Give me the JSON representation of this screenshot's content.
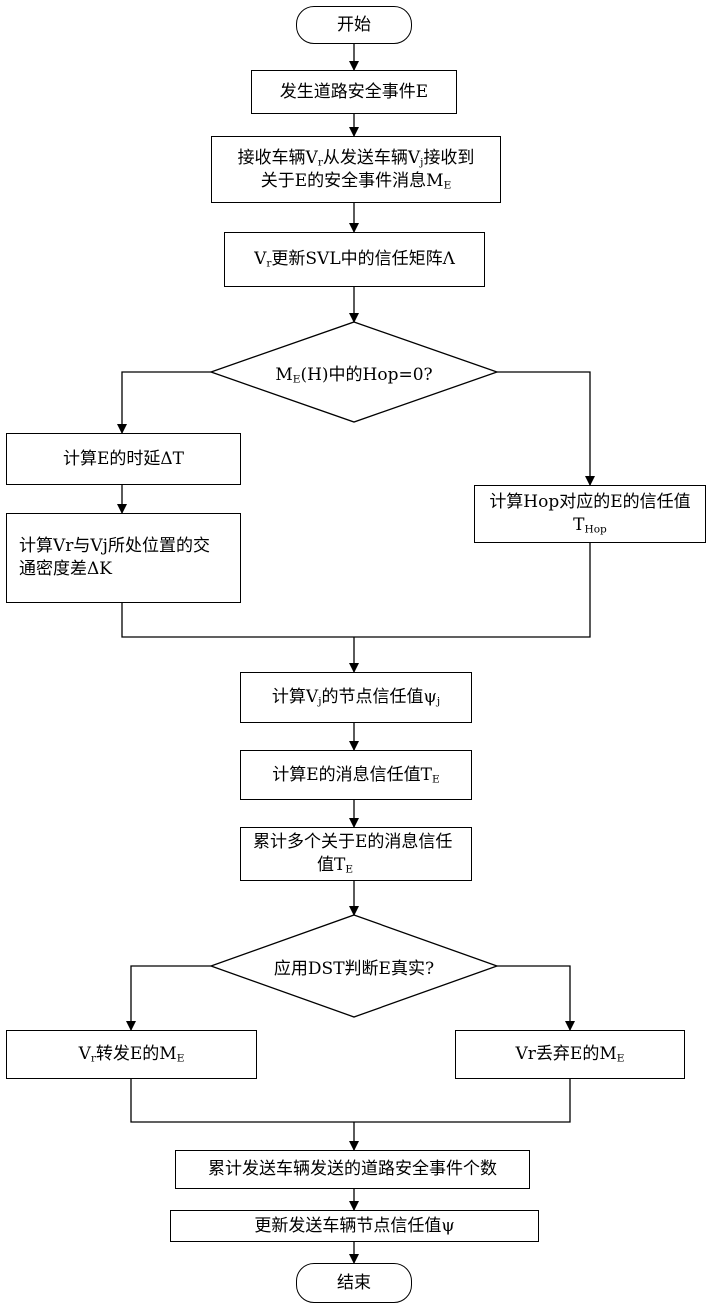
{
  "nodes": {
    "start": "开始",
    "event": "发生道路安全事件E",
    "receive": {
      "l1a": "接收车辆V",
      "l1s1": "r",
      "l1b": "从发送车辆V",
      "l1s2": "j",
      "l1c": "接收到",
      "l2a": "关于E的安全事件消息M",
      "l2s": "E"
    },
    "update_matrix": {
      "a": "V",
      "s": "r",
      "b": "更新SVL中的信任矩阵Λ"
    },
    "decision_hop": {
      "a": "M",
      "s": "E",
      "b": "(H)中的Hop=0?"
    },
    "calc_delay": "计算E的时延ΔT",
    "calc_density": {
      "l1": "计算Vr与Vj所处位置的交",
      "l2": "通密度差ΔK"
    },
    "calc_hop_trust": {
      "l1": "计算Hop对应的E的信任值",
      "l2a": "T",
      "l2s": "Hop"
    },
    "calc_node_trust": {
      "a": "计算V",
      "s": "j",
      "b": "的节点信任值ψ",
      "c": "j"
    },
    "calc_msg_trust": {
      "a": "计算E的消息信任值T",
      "s": "E"
    },
    "accumulate_trust": {
      "l1": "累计多个关于E的消息信任",
      "l2a": "值T",
      "l2s": "E"
    },
    "decision_dst": "应用DST判断E真实?",
    "forward": {
      "a": "V",
      "s": "r",
      "b": "转发E的M",
      "c": "E"
    },
    "discard": {
      "a": "Vr丢弃E的M",
      "s": "E"
    },
    "count_events": "累计发送车辆发送的道路安全事件个数",
    "update_node_trust": "更新发送车辆节点信任值ψ",
    "end": "结束"
  }
}
